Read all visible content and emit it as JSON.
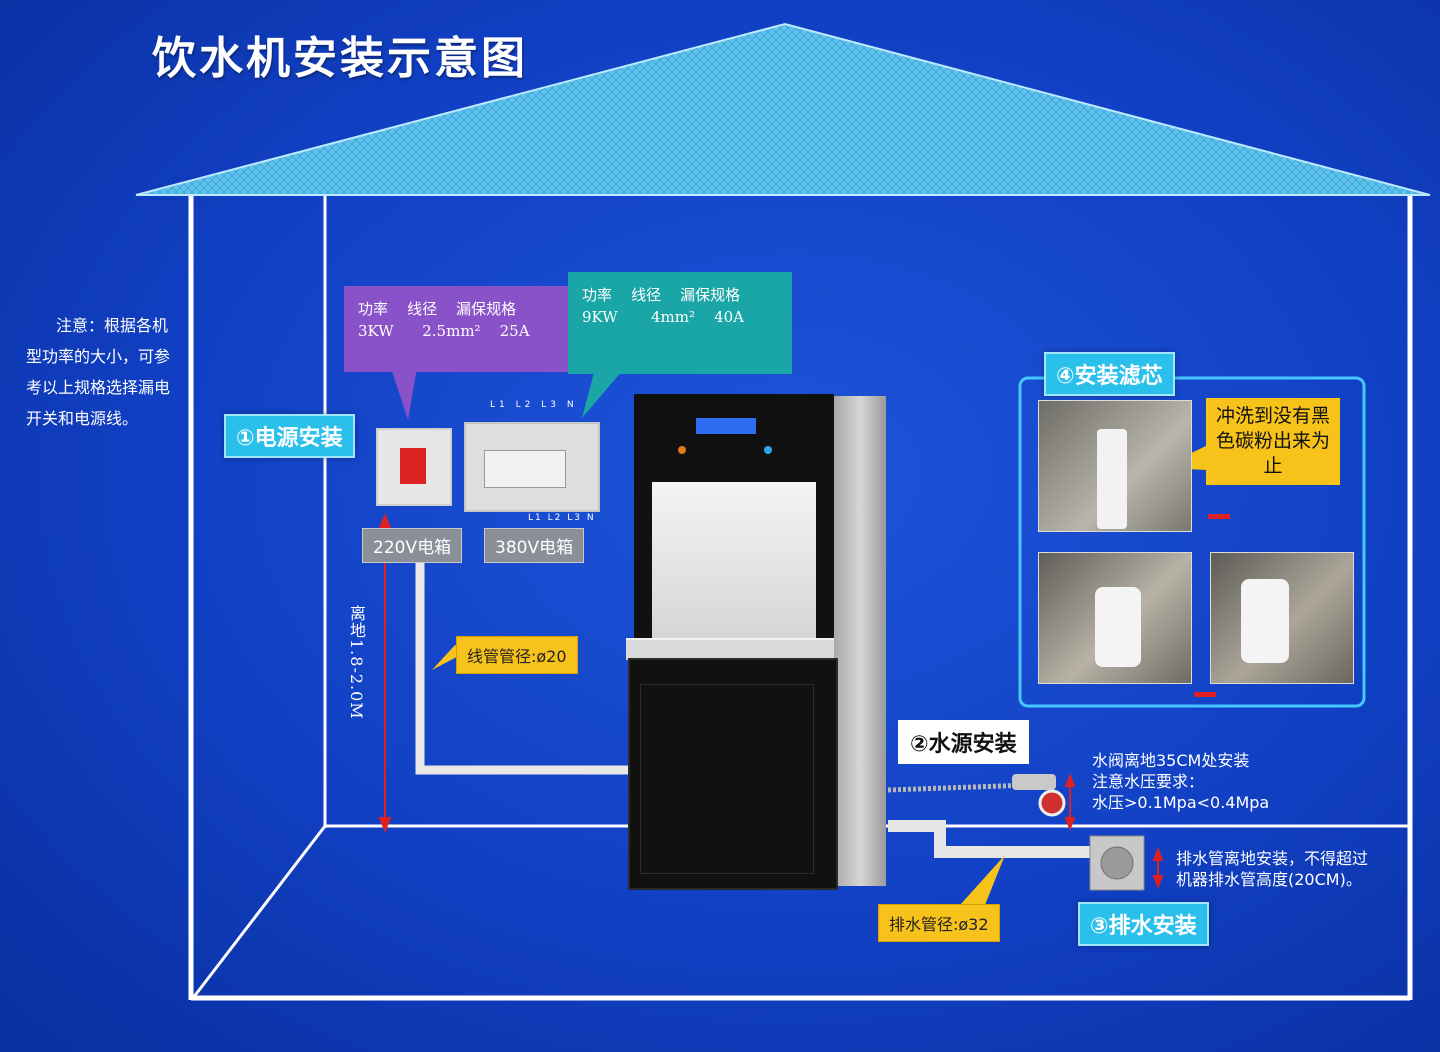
{
  "title": "饮水机安装示意图",
  "note": "注意：根据各机型功率的大小，可参考以上规格选择漏电开关和电源线。",
  "sections": {
    "power": "①电源安装",
    "water": "②水源安装",
    "drain": "③排水安装",
    "filter": "④安装滤芯"
  },
  "spec_220": {
    "header": "功率    线径    漏保规格",
    "values": "3KW      2.5mm²    25A"
  },
  "spec_380": {
    "header": "功率    线径    漏保规格",
    "values": "9KW       4mm²    40A"
  },
  "box_220_label": "220V电箱",
  "box_380_label": "380V电箱",
  "wire_labels_top": [
    "L1",
    "L2",
    "L3",
    "N"
  ],
  "wire_labels_bottom": [
    "L1",
    "L2",
    "L3",
    "N"
  ],
  "height_label": "离地1.8-2.0M",
  "conduit_label": "线管管径:ø20",
  "drain_pipe_label": "排水管径:ø32",
  "water_notes": [
    "水阀离地35CM处安装",
    "注意水压要求：",
    "水压>0.1Mpa<0.4Mpa"
  ],
  "drain_notes": [
    "排水管离地安装，不得超过",
    "机器排水管高度(20CM)。"
  ],
  "filter_callout": "冲洗到没有黑色碳粉出来为止",
  "colors": {
    "background": "#1140c4",
    "roof": "#5fc4ec",
    "badge": "#2bc0ec",
    "purple": "#8a52c8",
    "teal": "#1aa6a6",
    "yellow": "#f7c21a",
    "red": "#e02020"
  }
}
